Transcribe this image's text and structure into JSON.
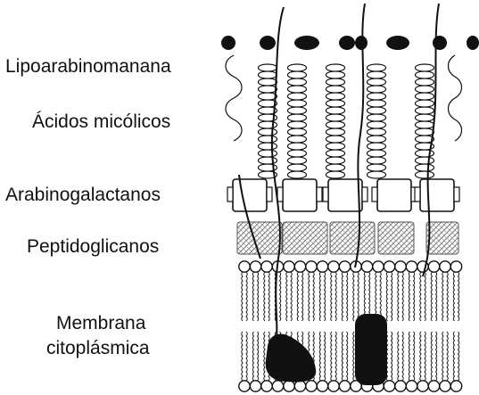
{
  "labels": {
    "lipoarabinomanana": "Lipoarabinomanana",
    "acidos_micolicos": "Ácidos micólicos",
    "arabinogalactanos": "Arabinogalactanos",
    "peptidoglicanos": "Peptidoglicanos",
    "membrana": "Membrana",
    "citoplasmica": "citoplásmica"
  },
  "colors": {
    "ink": "#111111",
    "background": "#ffffff",
    "hatch": "#777777"
  }
}
